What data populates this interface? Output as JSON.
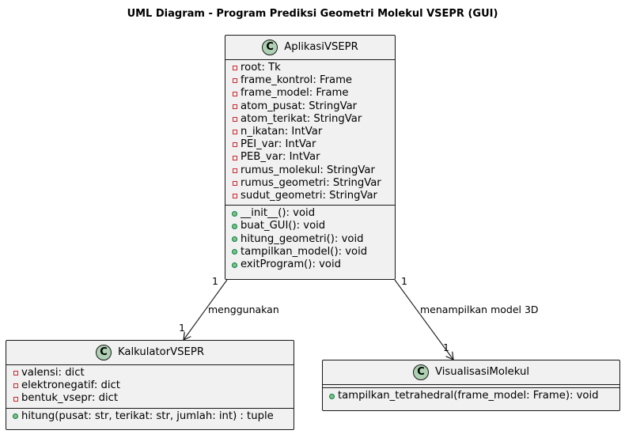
{
  "title": "UML Diagram - Program Prediksi Geometri Molekul VSEPR (GUI)",
  "classes": {
    "aplikasi": {
      "stereotype": "C",
      "name": "AplikasiVSEPR",
      "attributes": [
        "root: Tk",
        "frame_kontrol: Frame",
        "frame_model: Frame",
        "atom_pusat: StringVar",
        "atom_terikat: StringVar",
        "n_ikatan: IntVar",
        "PEI_var: IntVar",
        "PEB_var: IntVar",
        "rumus_molekul: StringVar",
        "rumus_geometri: StringVar",
        "sudut_geometri: StringVar"
      ],
      "methods": [
        "__init__(): void",
        "buat_GUI(): void",
        "hitung_geometri(): void",
        "tampilkan_model(): void",
        "exitProgram(): void"
      ]
    },
    "kalkulator": {
      "stereotype": "C",
      "name": "KalkulatorVSEPR",
      "attributes": [
        "valensi: dict",
        "elektronegatif: dict",
        "bentuk_vsepr: dict"
      ],
      "methods": [
        "hitung(pusat: str, terikat: str, jumlah: int) : tuple"
      ]
    },
    "visualisasi": {
      "stereotype": "C",
      "name": "VisualisasiMolekul",
      "attributes": [],
      "methods": [
        "tampilkan_tetrahedral(frame_model: Frame): void"
      ]
    }
  },
  "relations": [
    {
      "label": "menggunakan",
      "from_mult": "1",
      "to_mult": "1"
    },
    {
      "label": "menampilkan model 3D",
      "from_mult": "1",
      "to_mult": "1"
    }
  ]
}
